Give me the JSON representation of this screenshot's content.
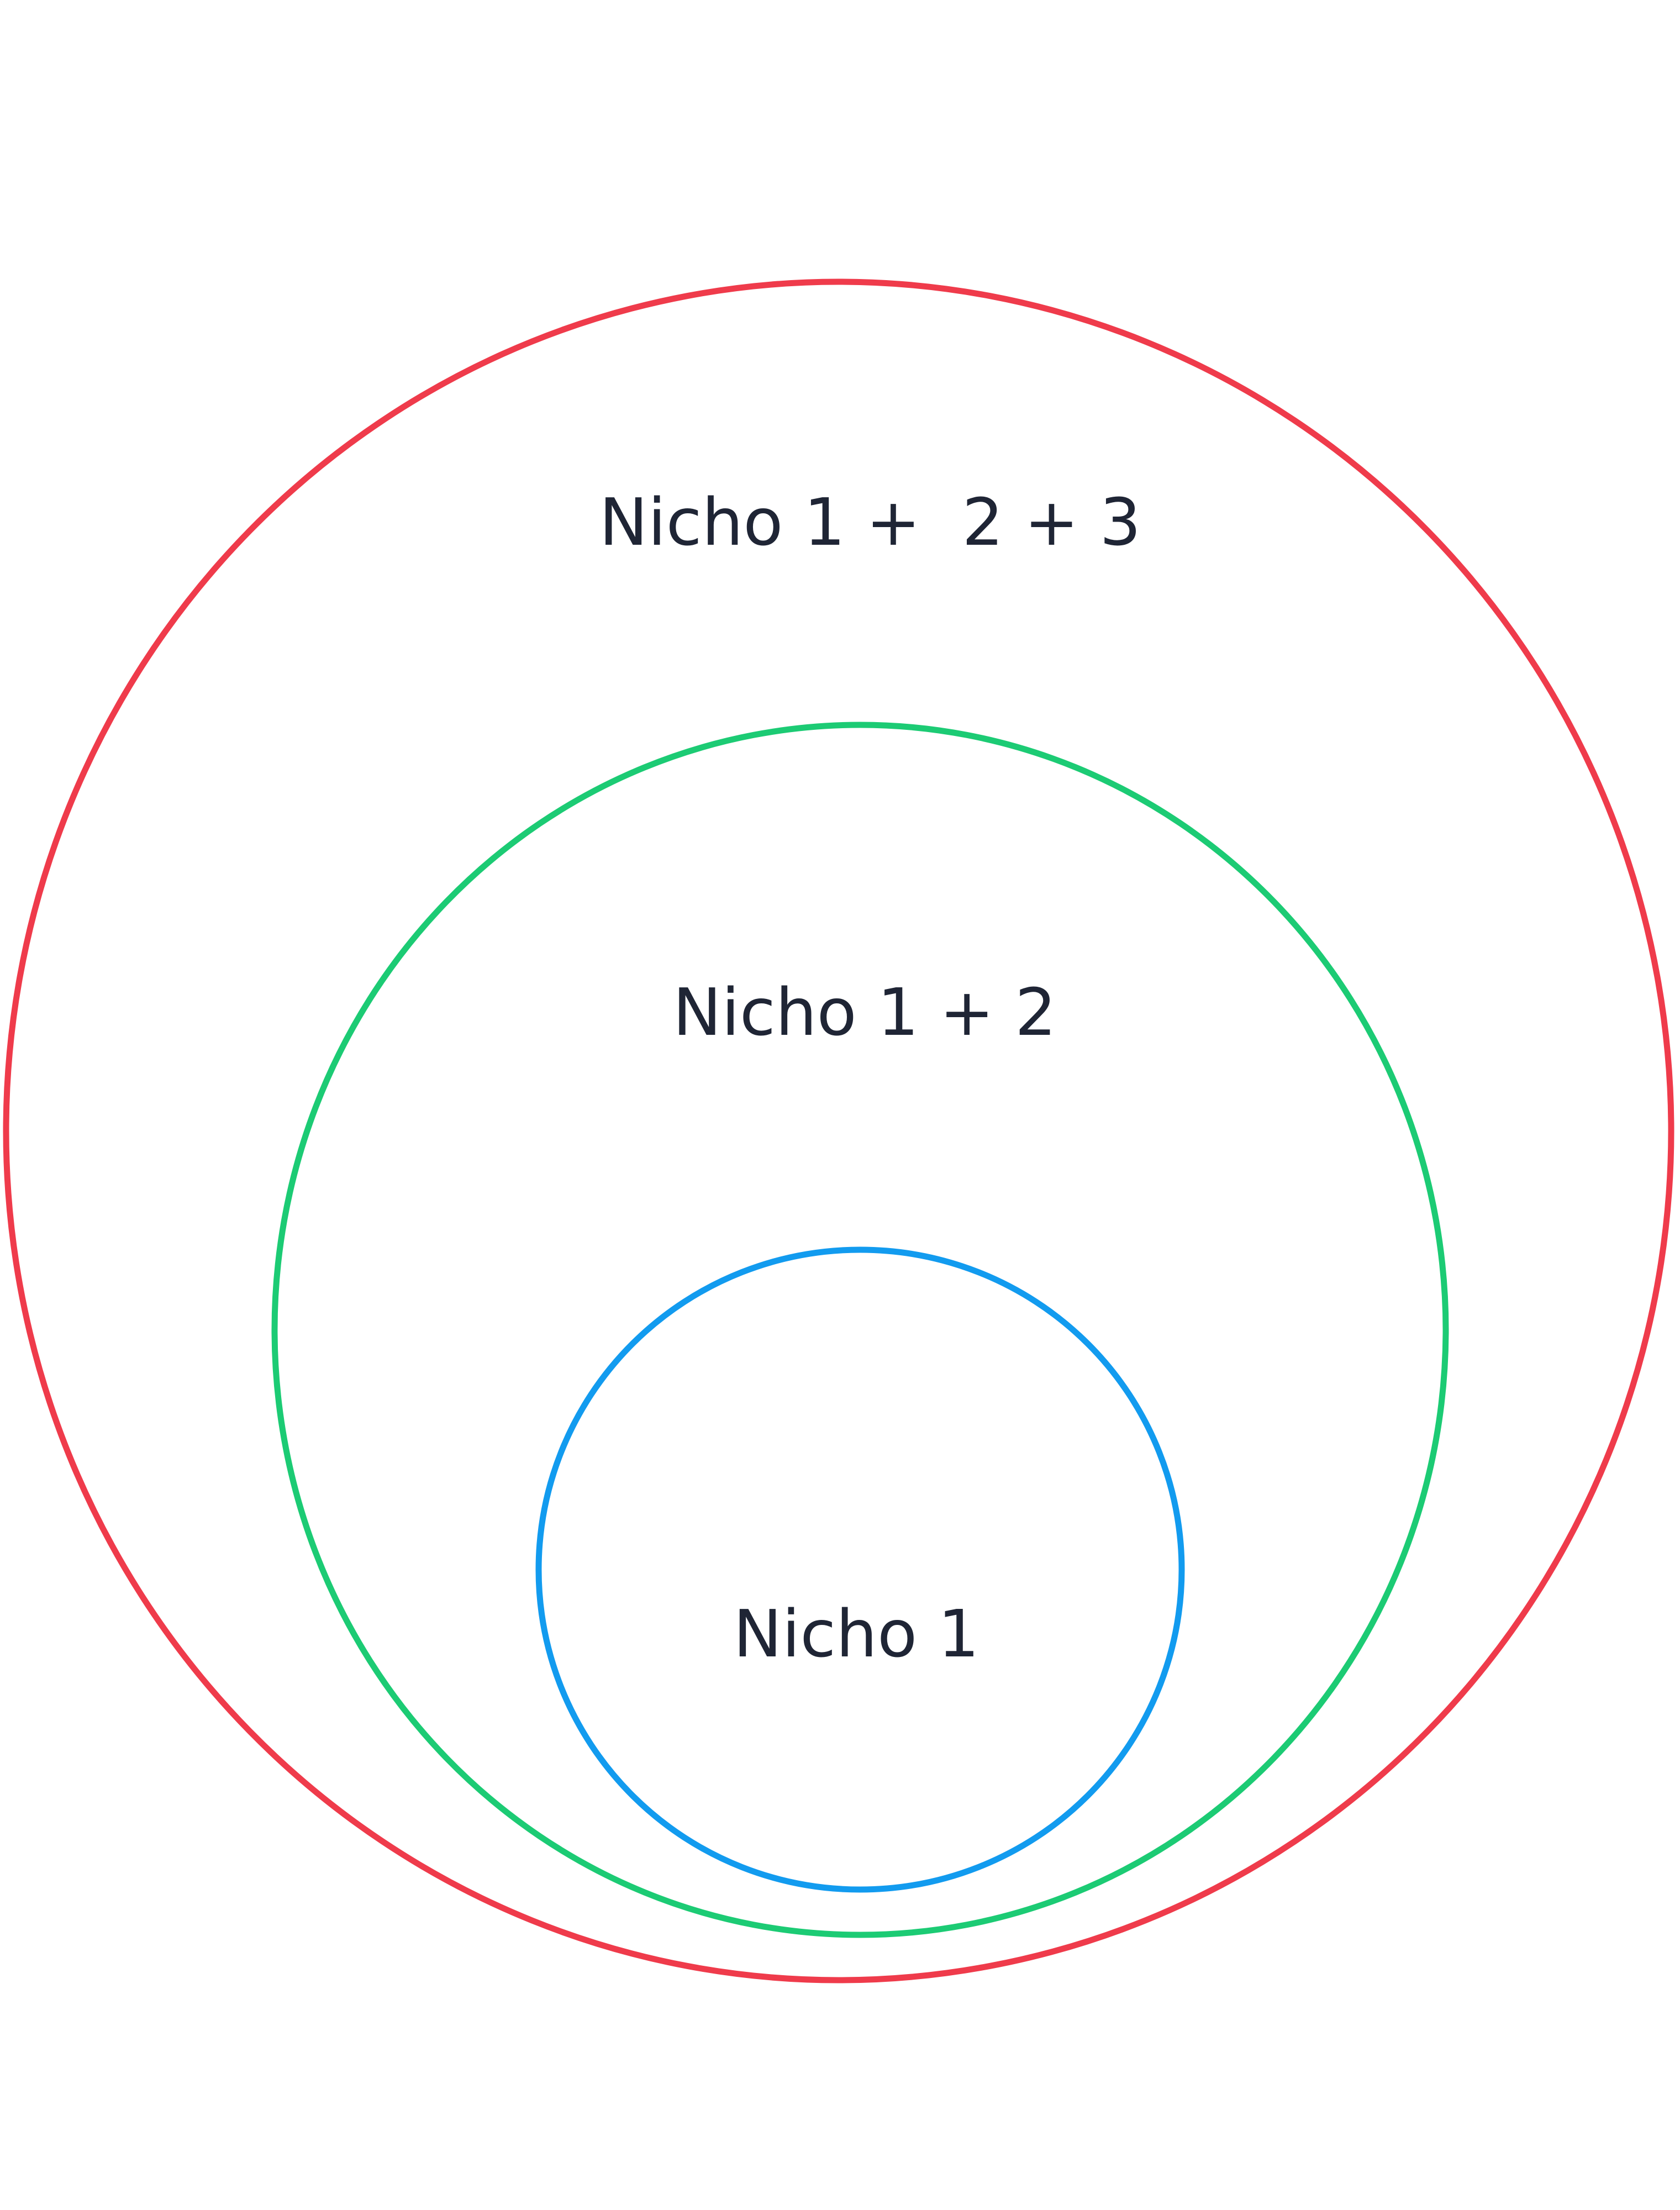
{
  "niches": [
    {
      "label": "Nicho 1 +  2 + 3",
      "color": "#ef3b4b"
    },
    {
      "label": "Nicho 1 + 2",
      "color": "#1ccb74"
    },
    {
      "label": "Nicho 1",
      "color": "#129bef"
    }
  ]
}
